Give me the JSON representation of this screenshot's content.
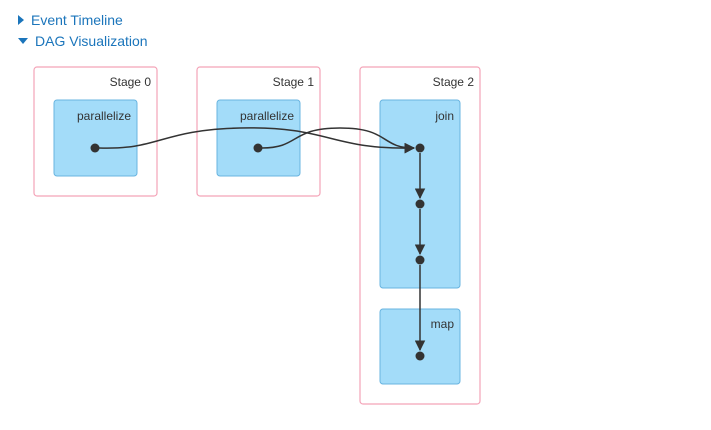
{
  "sections": {
    "event_timeline": {
      "label": "Event Timeline",
      "expanded": false
    },
    "dag_visualization": {
      "label": "DAG Visualization",
      "expanded": true
    }
  },
  "colors": {
    "link": "#1b75bb",
    "stage_border": "#f4a4b8",
    "rdd_fill": "#a3dcf9",
    "rdd_border": "#68b4e0",
    "node": "#333333"
  },
  "dag": {
    "stages": [
      {
        "label": "Stage 0",
        "rdds": [
          {
            "label": "parallelize"
          }
        ]
      },
      {
        "label": "Stage 1",
        "rdds": [
          {
            "label": "parallelize"
          }
        ]
      },
      {
        "label": "Stage 2",
        "rdds": [
          {
            "label": "join"
          },
          {
            "label": "map"
          }
        ]
      }
    ]
  }
}
